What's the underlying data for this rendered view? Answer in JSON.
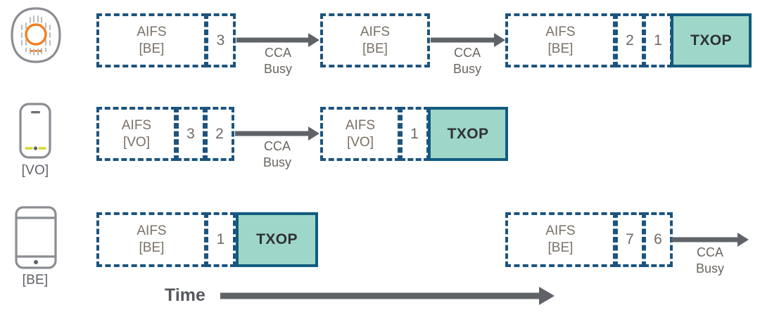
{
  "diagram": {
    "title": "EDCA channel access timing diagram",
    "time_axis": {
      "label": "Time"
    },
    "colors": {
      "box_border": "#1c5480",
      "txop_fill": "#9ed6c8",
      "txop_border": "#125b80",
      "arrow": "#5f6368",
      "text_gray": "#6a6660",
      "ap_accent": "#f08020",
      "phone_accent": "#d6d92e"
    },
    "labels": {
      "aifs_be": "AIFS\n[BE]",
      "aifs_vo": "AIFS\n[VO]",
      "cca_busy": "CCA\nBusy",
      "txop": "TXOP"
    }
  },
  "rows": [
    {
      "device": {
        "icon": "access-point-icon",
        "label": ""
      },
      "items": [
        {
          "kind": "aifs",
          "line1": "AIFS",
          "line2": "[BE]"
        },
        {
          "kind": "slot",
          "value": "3"
        },
        {
          "kind": "arrow",
          "line1": "CCA",
          "line2": "Busy"
        },
        {
          "kind": "aifs",
          "line1": "AIFS",
          "line2": "[BE]"
        },
        {
          "kind": "arrow",
          "line1": "CCA",
          "line2": "Busy"
        },
        {
          "kind": "aifs",
          "line1": "AIFS",
          "line2": "[BE]"
        },
        {
          "kind": "slot",
          "value": "2"
        },
        {
          "kind": "slot",
          "value": "1"
        },
        {
          "kind": "txop",
          "value": "TXOP"
        }
      ]
    },
    {
      "device": {
        "icon": "smartphone-icon",
        "label": "[VO]"
      },
      "items": [
        {
          "kind": "aifs",
          "line1": "AIFS",
          "line2": "[VO]"
        },
        {
          "kind": "slot",
          "value": "3"
        },
        {
          "kind": "slot",
          "value": "2"
        },
        {
          "kind": "arrow",
          "line1": "CCA",
          "line2": "Busy"
        },
        {
          "kind": "aifs",
          "line1": "AIFS",
          "line2": "[VO]"
        },
        {
          "kind": "slot",
          "value": "1"
        },
        {
          "kind": "txop",
          "value": "TXOP"
        }
      ]
    },
    {
      "device": {
        "icon": "tablet-icon",
        "label": "[BE]"
      },
      "items": [
        {
          "kind": "aifs",
          "line1": "AIFS",
          "line2": "[BE]"
        },
        {
          "kind": "slot",
          "value": "1"
        },
        {
          "kind": "txop",
          "value": "TXOP"
        },
        {
          "kind": "aifs",
          "line1": "AIFS",
          "line2": "[BE]"
        },
        {
          "kind": "slot",
          "value": "7"
        },
        {
          "kind": "slot",
          "value": "6"
        },
        {
          "kind": "arrow",
          "line1": "CCA",
          "line2": "Busy"
        }
      ]
    }
  ]
}
